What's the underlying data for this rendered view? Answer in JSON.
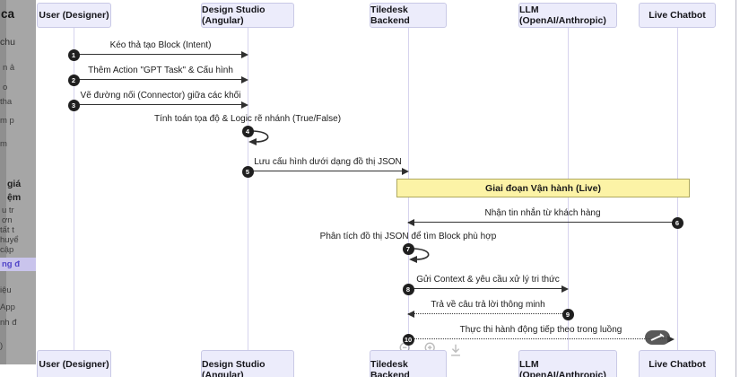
{
  "sidebar": {
    "note": "dimmed left edge of underlying docs page, text cut off",
    "fragments": [
      {
        "t": "ca"
      },
      {
        "t": "chu"
      },
      {
        "t": "n ả"
      },
      {
        "t": "o"
      },
      {
        "t": "tha"
      },
      {
        "t": "m p"
      },
      {
        "t": "m"
      },
      {
        "t": "giá"
      },
      {
        "t": "ệm"
      },
      {
        "t": "u tr"
      },
      {
        "t": "ơn"
      },
      {
        "t": "tất t"
      },
      {
        "t": "huyể"
      },
      {
        "t": "cập"
      },
      {
        "t": "ng đ"
      },
      {
        "t": "iệu"
      },
      {
        "t": "App"
      },
      {
        "t": "nh đ"
      },
      {
        "t": ")"
      }
    ],
    "link_color": "#5246c8"
  },
  "diagram": {
    "type": "sequence",
    "participants": [
      {
        "label": "User (Designer)"
      },
      {
        "label": "Design Studio (Angular)"
      },
      {
        "label": "Tiledesk Backend"
      },
      {
        "label": "LLM (OpenAI/Anthropic)"
      },
      {
        "label": "Live Chatbot"
      }
    ],
    "phase_box": {
      "label": "Giai đoạn Vận hành (Live)",
      "fill": "#fcf3a6",
      "border": "#afa95f"
    },
    "messages": [
      {
        "num": "1",
        "label": "Kéo thả tạo Block (Intent)",
        "from": "User (Designer)",
        "to": "Design Studio (Angular)",
        "style": "solid"
      },
      {
        "num": "2",
        "label": "Thêm Action \"GPT Task\" & Cấu hình",
        "from": "User (Designer)",
        "to": "Design Studio (Angular)",
        "style": "solid"
      },
      {
        "num": "3",
        "label": "Vẽ đường nối (Connector) giữa các khối",
        "from": "User (Designer)",
        "to": "Design Studio (Angular)",
        "style": "solid"
      },
      {
        "num": "4",
        "label": "Tính toán tọa độ & Logic rẽ nhánh (True/False)",
        "from": "Design Studio (Angular)",
        "to": "Design Studio (Angular)",
        "style": "self-loop"
      },
      {
        "num": "5",
        "label": "Lưu cấu hình dưới dạng đồ thị JSON",
        "from": "Design Studio (Angular)",
        "to": "Tiledesk Backend",
        "style": "solid"
      },
      {
        "num": "6",
        "label": "Nhận tin nhắn từ khách hàng",
        "from": "Live Chatbot",
        "to": "Tiledesk Backend",
        "style": "solid"
      },
      {
        "num": "7",
        "label": "Phân tích đồ thị JSON để tìm Block phù hợp",
        "from": "Tiledesk Backend",
        "to": "Tiledesk Backend",
        "style": "self-loop"
      },
      {
        "num": "8",
        "label": "Gửi Context & yêu cầu xử lý tri thức",
        "from": "Tiledesk Backend",
        "to": "LLM (OpenAI/Anthropic)",
        "style": "solid"
      },
      {
        "num": "9",
        "label": "Trả về câu trả lời thông minh",
        "from": "LLM (OpenAI/Anthropic)",
        "to": "Tiledesk Backend",
        "style": "dotted"
      },
      {
        "num": "10",
        "label": "Thực thi hành động tiếp theo trong luồng",
        "from": "Tiledesk Backend",
        "to": "Live Chatbot",
        "style": "dotted"
      }
    ],
    "colors": {
      "actor_fill": "#ececfb",
      "actor_border": "#c9c9e6",
      "lifeline": "#d6d3ee",
      "arrow": "#333333",
      "seq_badge": "#1f1f1f"
    }
  },
  "toolbar": {
    "icons": [
      "zoom-out",
      "zoom-in",
      "download"
    ]
  }
}
